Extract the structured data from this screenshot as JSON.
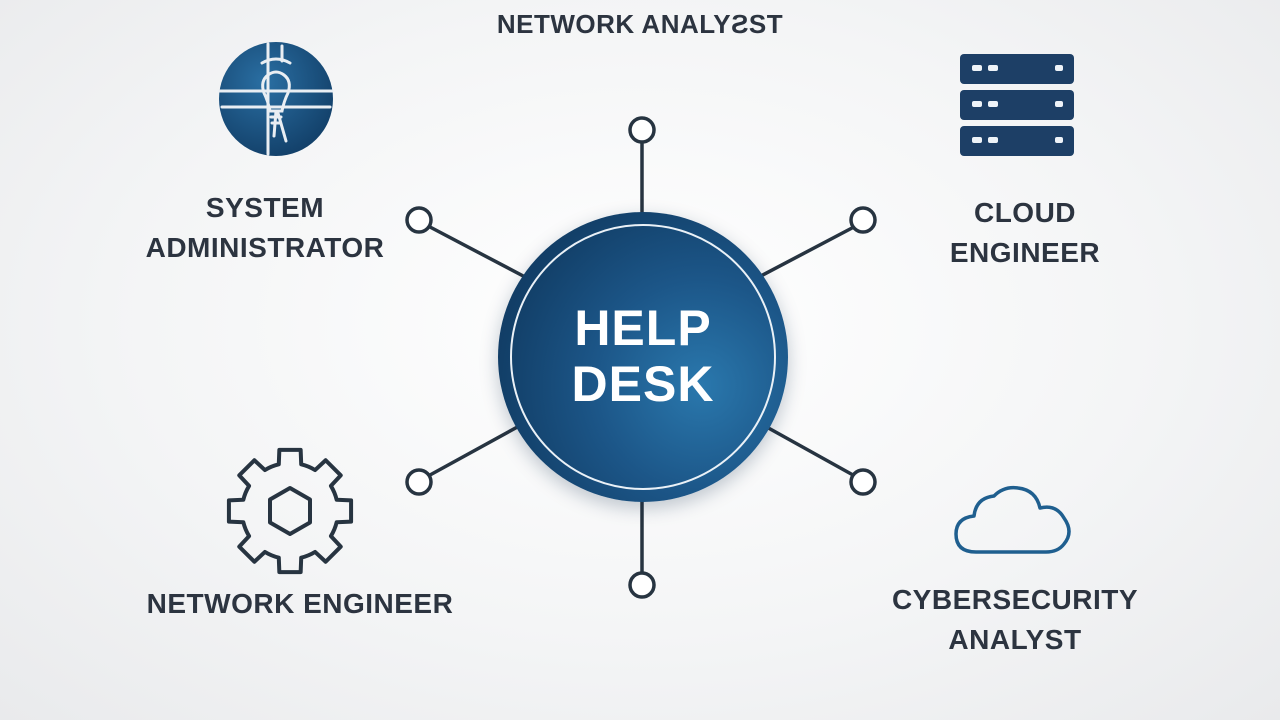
{
  "title": "NETWORK ANALYƧST",
  "hub": {
    "line1": "HELP",
    "line2": "DESK"
  },
  "nodes": {
    "system_administrator": {
      "line1": "SYSTEM",
      "line2": "ADMINISTRATOR",
      "icon": "lightbulb-globe-icon"
    },
    "cloud_engineer": {
      "line1": "CLOUD",
      "line2": "ENGINEER",
      "icon": "server-rack-icon"
    },
    "network_engineer": {
      "line1": "NETWORK ENGINEER",
      "icon": "gear-icon"
    },
    "cybersecurity_analyst": {
      "line1": "CYBERSECURITY",
      "line2": "ANALYST",
      "icon": "cloud-icon"
    }
  },
  "colors": {
    "navy": "#123f68",
    "accent_blue": "#1f5f8f",
    "text": "#2c3440",
    "line": "#273441"
  }
}
